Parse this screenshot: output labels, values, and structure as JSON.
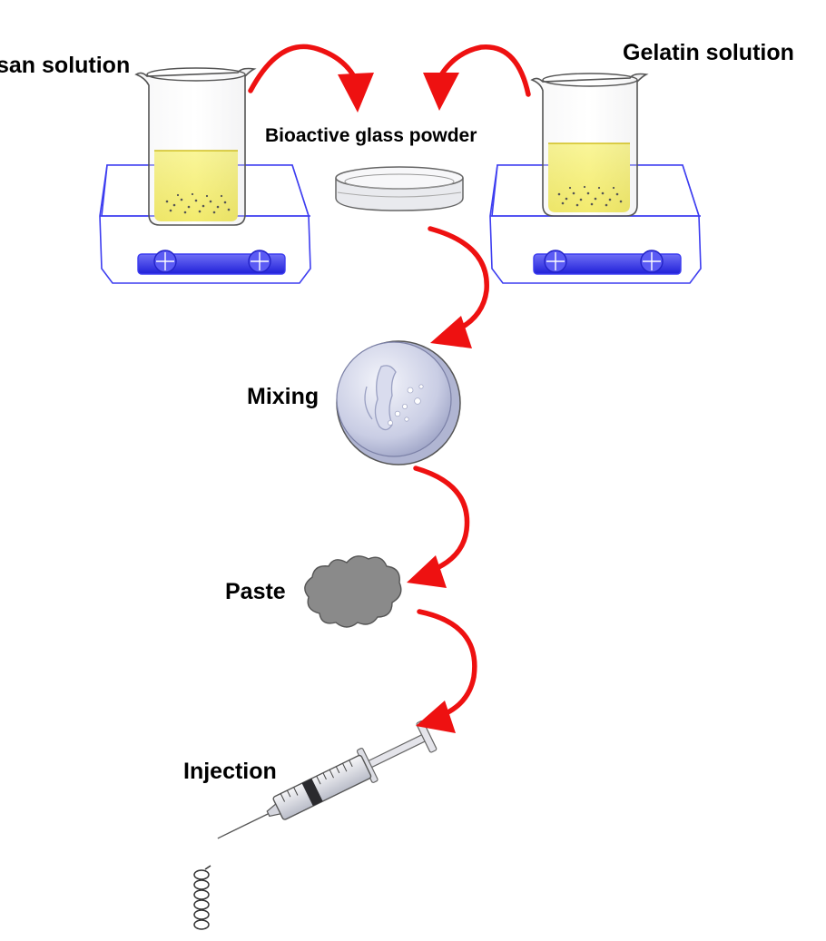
{
  "labels": {
    "chitosan_solution": "san solution",
    "gelatin_solution": "Gelatin solution",
    "bioactive_glass": "Bioactive glass powder",
    "mixing": "Mixing",
    "paste": "Paste",
    "injection": "Injection"
  },
  "colors": {
    "arrow": "#ee1111",
    "solution": "#f2ea2c",
    "stirrer_outline": "#3d3df0",
    "stirrer_fill": "#3333ee",
    "paste": "#8a8a8a",
    "dish": "#c7cbe4"
  },
  "icons": [
    "beaker-icon",
    "hot-plate-stirrer-icon",
    "petri-dish-icon",
    "paste-blob-icon",
    "syringe-icon",
    "curved-arrow-icon"
  ]
}
